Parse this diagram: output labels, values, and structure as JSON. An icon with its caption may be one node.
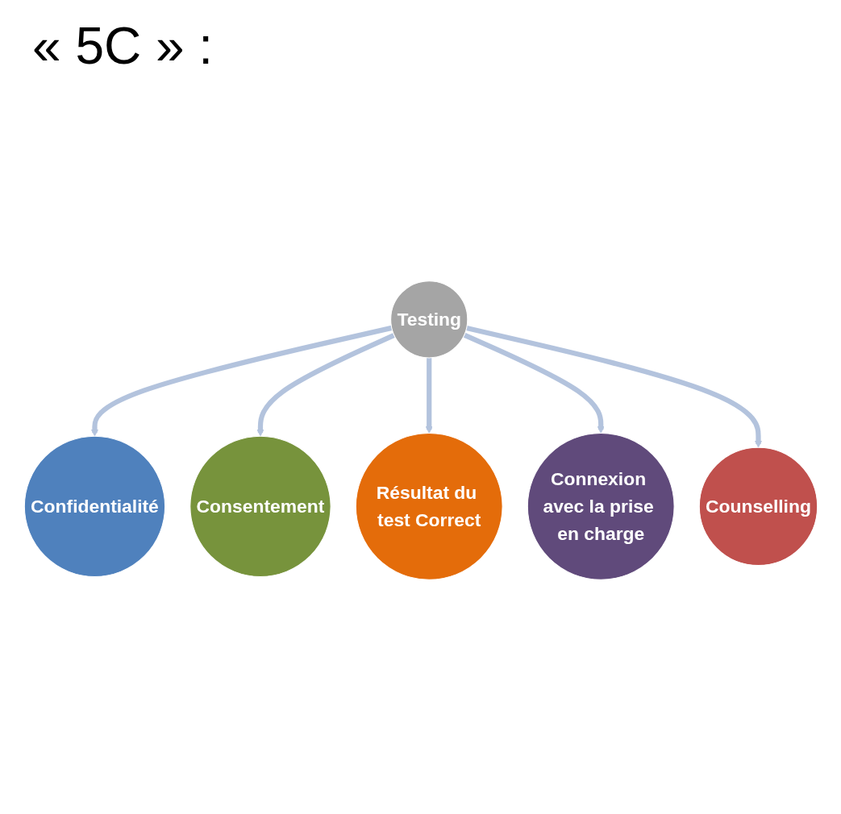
{
  "diagram": {
    "title": "« 5C » :",
    "nodes": [
      {
        "text": [
          "Testing"
        ]
      },
      {
        "text": [
          "Confidentialité"
        ]
      },
      {
        "text": [
          "Consentement"
        ]
      },
      {
        "text": [
          "Résultat du test Correct"
        ]
      },
      {
        "text": [
          "Connexion avec la prise en charge"
        ]
      },
      {
        "text": [
          "Counselling"
        ]
      }
    ],
    "edges": [
      {
        "from": 0,
        "to": 1,
        "arrow": "to"
      },
      {
        "from": 0,
        "to": 2,
        "arrow": "to"
      },
      {
        "from": 0,
        "to": 3,
        "arrow": "to"
      },
      {
        "from": 0,
        "to": 4,
        "arrow": "to"
      },
      {
        "from": 0,
        "to": 5,
        "arrow": "to"
      }
    ]
  }
}
